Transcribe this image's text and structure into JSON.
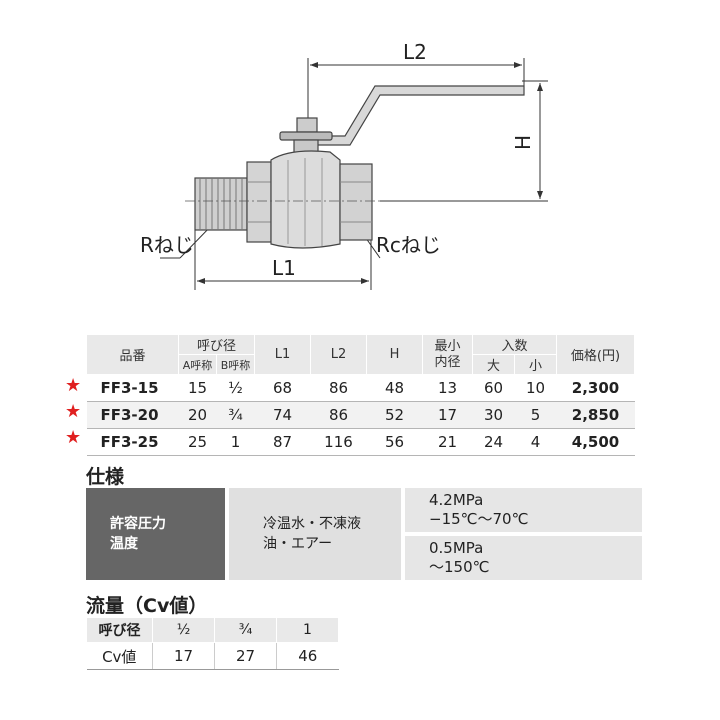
{
  "drawing": {
    "labels": {
      "l2": "L2",
      "h": "H",
      "l1": "L1",
      "r_thread": "Rねじ",
      "rc_thread": "Rcねじ"
    }
  },
  "table": {
    "headers": {
      "code": "品番",
      "nominal": "呼び径",
      "a_nominal": "A呼称",
      "b_nominal": "B呼称",
      "l1": "L1",
      "l2": "L2",
      "h": "H",
      "min_bore": "最小\n内径",
      "qty": "入数",
      "qty_large": "大",
      "qty_small": "小",
      "price": "価格(円)"
    },
    "rows": [
      {
        "star": "★",
        "code": "FF3-15",
        "a": "15",
        "b": "½",
        "l1": "68",
        "l2": "86",
        "h": "48",
        "bore": "13",
        "large": "60",
        "small": "10",
        "price": "2,300"
      },
      {
        "star": "★",
        "code": "FF3-20",
        "a": "20",
        "b": "¾",
        "l1": "74",
        "l2": "86",
        "h": "52",
        "bore": "17",
        "large": "30",
        "small": "5",
        "price": "2,850"
      },
      {
        "star": "★",
        "code": "FF3-25",
        "a": "25",
        "b": "1",
        "l1": "87",
        "l2": "116",
        "h": "56",
        "bore": "21",
        "large": "24",
        "small": "4",
        "price": "4,500"
      }
    ]
  },
  "spec": {
    "title": "仕様",
    "label_line1": "許容圧力",
    "label_line2": "温度",
    "fluid_line1": "冷温水・不凍液",
    "fluid_line2": "油・エアー",
    "cond1_line1": "4.2MPa",
    "cond1_line2": "−15℃〜70℃",
    "cond2_line1": "0.5MPa",
    "cond2_line2": "〜150℃"
  },
  "flow": {
    "title": "流量（Cv値）",
    "headers": [
      "呼び径",
      "½",
      "¾",
      "1"
    ],
    "row_label": "Cv値",
    "values": [
      "17",
      "27",
      "46"
    ]
  },
  "colors": {
    "star": "#e02020",
    "dark_box": "#666666"
  }
}
